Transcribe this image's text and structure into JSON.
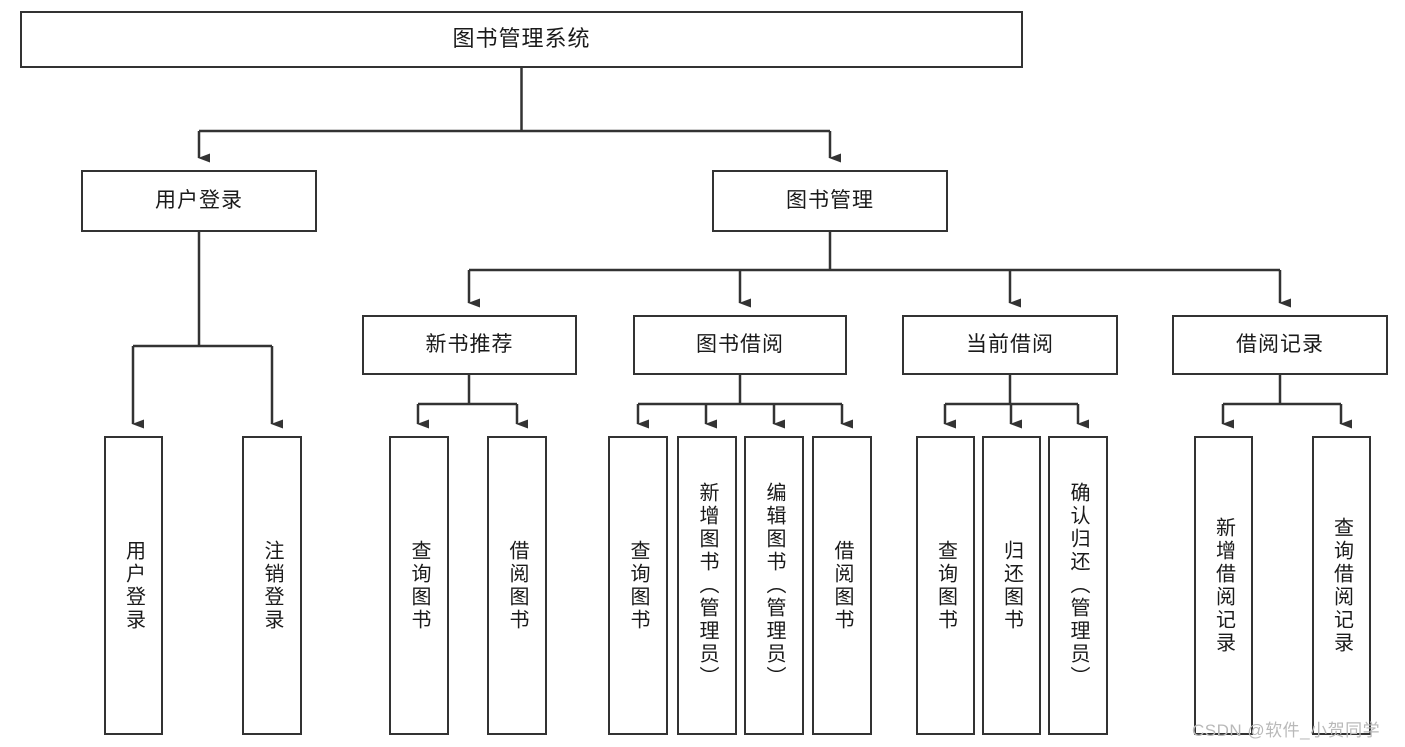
{
  "diagram": {
    "title": "图书管理系统",
    "type": "tree-hierarchy-diagram",
    "colors": {
      "box_border": "#333333",
      "box_fill": "#ffffff",
      "edge": "#333333",
      "text": "#1a1a1a",
      "watermark": "#b9b9b9",
      "background": "#ffffff"
    },
    "watermark": "CSDN @软件_小贺同学",
    "nodes": {
      "root": {
        "label": "图书管理系统"
      },
      "level2": [
        {
          "id": "user-login",
          "label": "用户登录"
        },
        {
          "id": "book-manage",
          "label": "图书管理"
        }
      ],
      "level3": [
        {
          "id": "new-book-rec",
          "label": "新书推荐"
        },
        {
          "id": "book-borrow",
          "label": "图书借阅"
        },
        {
          "id": "current-borrow",
          "label": "当前借阅"
        },
        {
          "id": "borrow-record",
          "label": "借阅记录"
        }
      ],
      "leaves": {
        "user-login": [
          {
            "id": "leaf-user-login",
            "label": "用户登录"
          },
          {
            "id": "leaf-logout",
            "label": "注销登录"
          }
        ],
        "new-book-rec": [
          {
            "id": "leaf-query-book-1",
            "label": "查询图书"
          },
          {
            "id": "leaf-borrow-book-1",
            "label": "借阅图书"
          }
        ],
        "book-borrow": [
          {
            "id": "leaf-query-book-2",
            "label": "查询图书"
          },
          {
            "id": "leaf-add-book",
            "label": "新增图书（管理员）"
          },
          {
            "id": "leaf-edit-book",
            "label": "编辑图书（管理员）"
          },
          {
            "id": "leaf-borrow-book-2",
            "label": "借阅图书"
          }
        ],
        "current-borrow": [
          {
            "id": "leaf-query-book-3",
            "label": "查询图书"
          },
          {
            "id": "leaf-return-book",
            "label": "归还图书"
          },
          {
            "id": "leaf-confirm-return",
            "label": "确认归还（管理员）"
          }
        ],
        "borrow-record": [
          {
            "id": "leaf-add-record",
            "label": "新增借阅记录"
          },
          {
            "id": "leaf-query-record",
            "label": "查询借阅记录"
          }
        ]
      }
    }
  }
}
